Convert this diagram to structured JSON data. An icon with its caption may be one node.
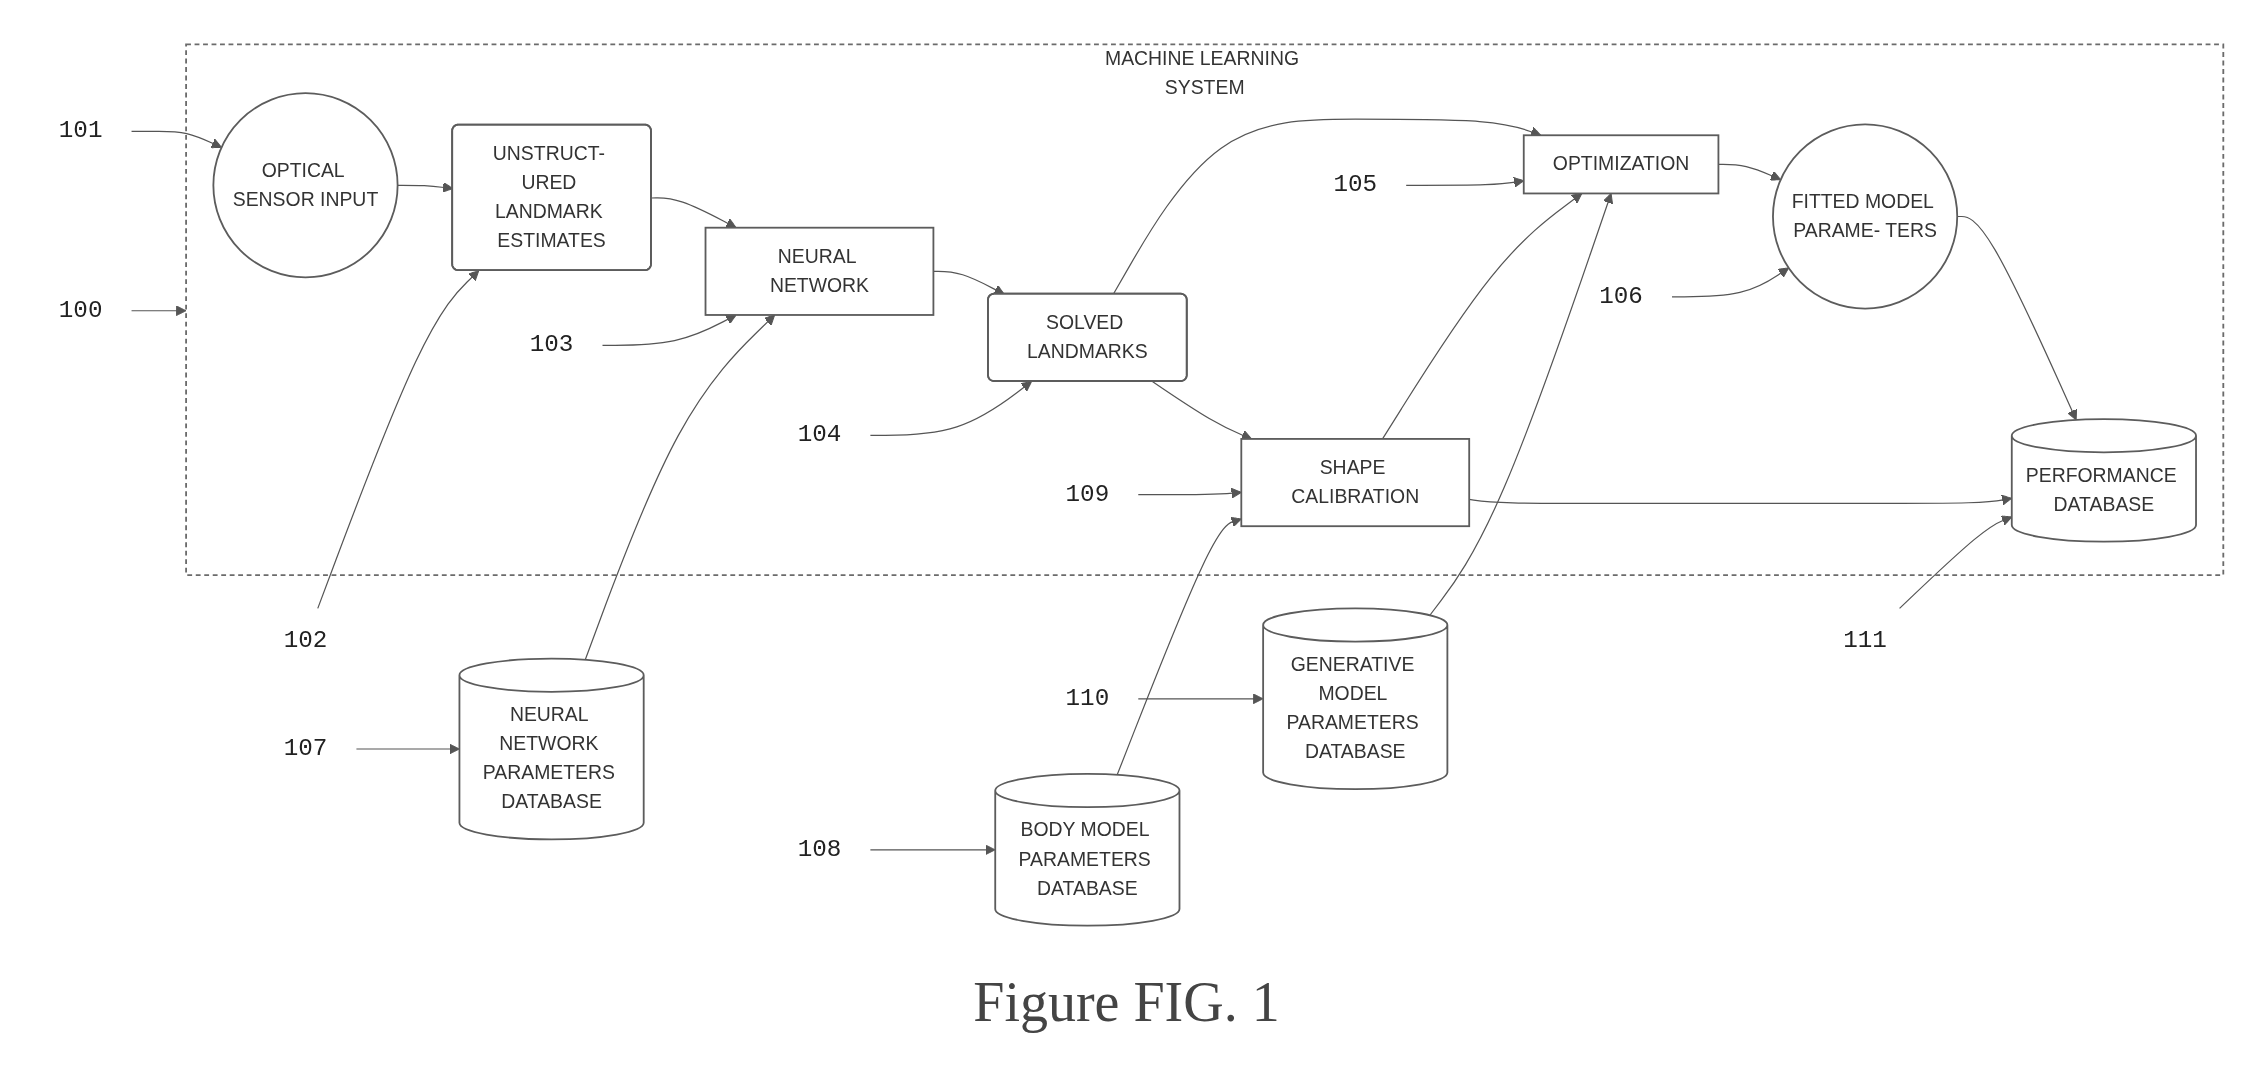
{
  "diagram": {
    "caption": "Figure FIG. 1",
    "nodes": [
      {
        "text": [
          "MACHINE LEARNING SYSTEM"
        ]
      },
      {
        "text": [
          "OPTICAL SENSOR INPUT"
        ],
        "in": 0
      },
      {
        "text": [
          "UNSTRUCT- URED LANDMARK ESTIMATES"
        ],
        "in": 0
      },
      {
        "text": [
          "NEURAL NETWORK"
        ],
        "in": 0
      },
      {
        "text": [
          "SOLVED LANDMARKS"
        ],
        "in": 0
      },
      {
        "text": [
          "OPTIMIZATION"
        ],
        "in": 0
      },
      {
        "text": [
          "FITTED MODEL PARAME- TERS"
        ],
        "in": 0
      },
      {
        "text": [
          "PERFORMANCE DATABASE"
        ],
        "in": 0
      },
      {
        "text": [
          "SHAPE CALIBRATION"
        ],
        "in": 0
      },
      {
        "text": [
          "NEURAL NETWORK PARAMETERS DATABASE"
        ]
      },
      {
        "text": [
          "BODY MODEL PARAMETERS DATABASE"
        ]
      },
      {
        "text": [
          "GENERATIVE MODEL PARAMETERS DATABASE"
        ]
      },
      {
        "text": [
          "100"
        ]
      },
      {
        "text": [
          "101"
        ]
      },
      {
        "text": [
          "102"
        ]
      },
      {
        "text": [
          "103"
        ],
        "in": 0
      },
      {
        "text": [
          "104"
        ],
        "in": 0
      },
      {
        "text": [
          "105"
        ],
        "in": 0
      },
      {
        "text": [
          "106"
        ],
        "in": 0
      },
      {
        "text": [
          "109"
        ],
        "in": 0
      },
      {
        "text": [
          "111"
        ]
      },
      {
        "text": [
          "107"
        ]
      },
      {
        "text": [
          "108"
        ]
      },
      {
        "text": [
          "110"
        ]
      }
    ],
    "edges": [
      {
        "from": 1,
        "to": 2,
        "arrow": "to"
      },
      {
        "from": 2,
        "to": 3,
        "arrow": "to"
      },
      {
        "from": 3,
        "to": 4,
        "arrow": "to"
      },
      {
        "from": 4,
        "to": 5,
        "arrow": "to"
      },
      {
        "from": 5,
        "to": 6,
        "arrow": "to"
      },
      {
        "from": 6,
        "to": 7,
        "arrow": "to"
      },
      {
        "from": 9,
        "to": 3,
        "arrow": "to"
      },
      {
        "from": 4,
        "to": 8,
        "arrow": "to"
      },
      {
        "from": 8,
        "to": 5,
        "arrow": "to"
      },
      {
        "from": 10,
        "to": 8,
        "arrow": "to"
      },
      {
        "from": 8,
        "to": 7,
        "arrow": "to"
      },
      {
        "from": 11,
        "to": 5,
        "arrow": "to"
      },
      {
        "from": 12,
        "to": 0,
        "arrow": "to"
      },
      {
        "from": 13,
        "to": 1,
        "arrow": "to"
      },
      {
        "from": 14,
        "to": 2,
        "arrow": "to"
      },
      {
        "from": 15,
        "to": 3,
        "arrow": "to"
      },
      {
        "from": 16,
        "to": 4,
        "arrow": "to"
      },
      {
        "from": 17,
        "to": 5,
        "arrow": "to"
      },
      {
        "from": 18,
        "to": 6,
        "arrow": "to"
      },
      {
        "from": 19,
        "to": 8,
        "arrow": "to"
      },
      {
        "from": 20,
        "to": 7,
        "arrow": "to"
      },
      {
        "from": 21,
        "to": 9,
        "arrow": "to"
      },
      {
        "from": 22,
        "to": 10,
        "arrow": "to"
      },
      {
        "from": 23,
        "to": 11,
        "arrow": "to"
      }
    ]
  }
}
